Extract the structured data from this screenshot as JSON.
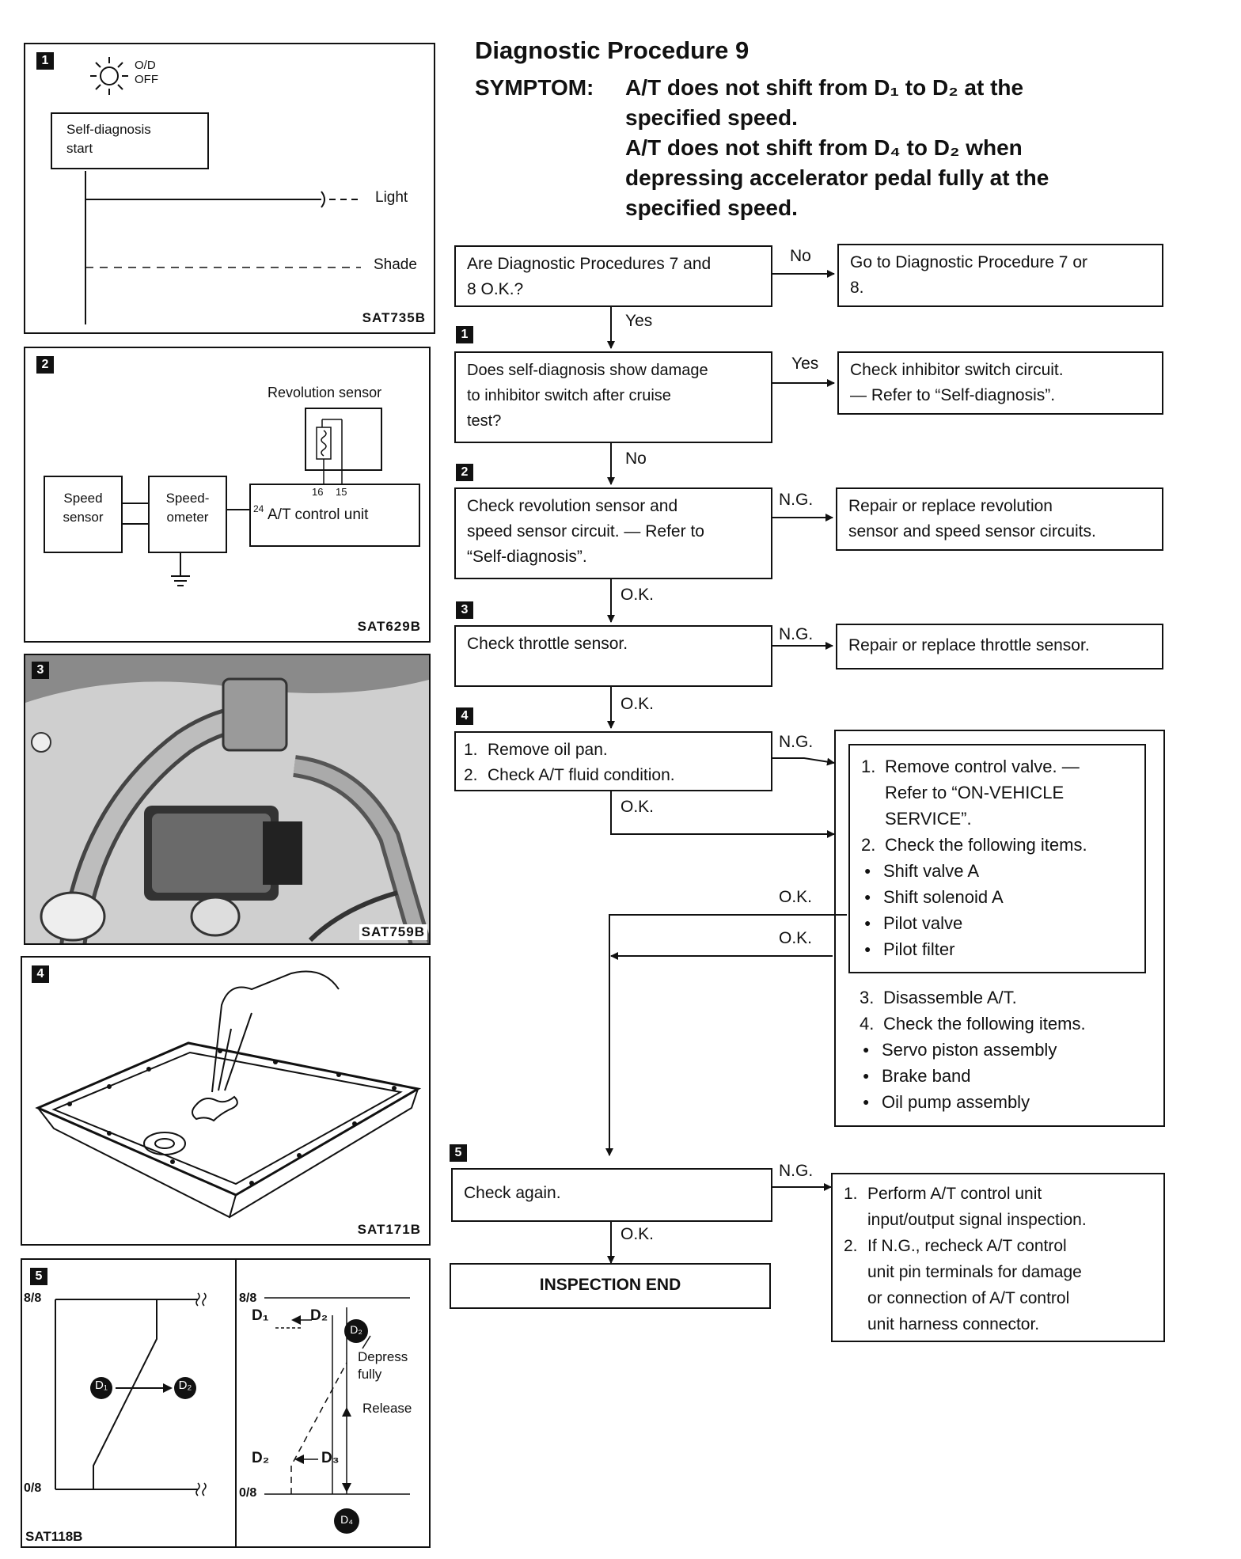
{
  "header": {
    "title": "Diagnostic Procedure 9",
    "symptom_label": "SYMPTOM:",
    "symptom_lines": [
      "A/T does not shift from D₁ to D₂ at the",
      "specified speed.",
      "A/T does not shift from D₄ to D₂ when",
      "depressing accelerator pedal fully at the",
      "specified speed."
    ]
  },
  "panels": {
    "p1": {
      "num": "1",
      "od_lines": [
        "O/D",
        "OFF"
      ],
      "start_lines": [
        "Self-diagnosis",
        "start"
      ],
      "light": "Light",
      "shade": "Shade",
      "code": "SAT735B"
    },
    "p2": {
      "num": "2",
      "rev_sensor": "Revolution sensor",
      "speed_sensor_lines": [
        "Speed",
        "sensor"
      ],
      "speedometer_lines": [
        "Speed-",
        "ometer"
      ],
      "pin24": "24",
      "control_unit": "A/T control unit",
      "pin16": "16",
      "pin15": "15",
      "code": "SAT629B"
    },
    "p3": {
      "num": "3",
      "code": "SAT759B"
    },
    "p4": {
      "num": "4",
      "code": "SAT171B"
    },
    "p5": {
      "num": "5",
      "y_top": "8/8",
      "y_bottom": "0/8",
      "d1": "D₁",
      "d2": "D₂",
      "code": "SAT118B",
      "r_top": "8/8",
      "r_bottom": "0/8",
      "r_d1": "D₁",
      "r_d2": "D₂",
      "r_d2b": "D₂",
      "r_d3": "D₃",
      "r_d4": "D₄",
      "depress_lines": [
        "Depress",
        "fully"
      ],
      "release": "Release"
    }
  },
  "flow": {
    "q1": {
      "lines": [
        "Are Diagnostic Procedures 7 and",
        "8 O.K.?"
      ]
    },
    "no1": "No",
    "goto": {
      "lines": [
        "Go to Diagnostic Procedure 7 or",
        "8."
      ]
    },
    "yes1": "Yes",
    "step1": {
      "num": "1",
      "lines": [
        "Does self-diagnosis show damage",
        "to inhibitor switch after cruise",
        "test?"
      ]
    },
    "yes2": "Yes",
    "check_inhibitor": {
      "lines": [
        "Check inhibitor switch circuit.",
        "— Refer to “Self-diagnosis”."
      ]
    },
    "no2": "No",
    "step2": {
      "num": "2",
      "lines": [
        "Check revolution sensor and",
        "speed sensor circuit. — Refer to",
        "“Self-diagnosis”."
      ]
    },
    "ng2": "N.G.",
    "repair2": {
      "lines": [
        "Repair or replace revolution",
        "sensor and speed sensor circuits."
      ]
    },
    "ok2": "O.K.",
    "step3": {
      "num": "3",
      "text": "Check throttle sensor."
    },
    "ng3": "N.G.",
    "repair3": {
      "text": "Repair or replace throttle sensor."
    },
    "ok3": "O.K.",
    "step4": {
      "num": "4",
      "items": [
        {
          "n": "1.",
          "t": "Remove oil pan."
        },
        {
          "n": "2.",
          "t": "Check A/T fluid condition."
        }
      ]
    },
    "ng4": "N.G.",
    "ok4": "O.K.",
    "cv_box": {
      "inner": [
        {
          "n": "1.",
          "lines": [
            "Remove control valve. —",
            "Refer to “ON-VEHICLE",
            "SERVICE”."
          ]
        },
        {
          "n": "2.",
          "lines": [
            "Check the following items."
          ]
        }
      ],
      "inner_bullets": [
        "Shift valve A",
        "Shift solenoid A",
        "Pilot valve",
        "Pilot filter"
      ],
      "outer": [
        {
          "n": "3.",
          "t": "Disassemble A/T."
        },
        {
          "n": "4.",
          "t": "Check the following items."
        }
      ],
      "outer_bullets": [
        "Servo piston assembly",
        "Brake band",
        "Oil pump assembly"
      ]
    },
    "ok_a": "O.K.",
    "ok_b": "O.K.",
    "step5": {
      "num": "5",
      "text": "Check again."
    },
    "ng5": "N.G.",
    "ok5": "O.K.",
    "end": {
      "text": "INSPECTION END"
    },
    "final": {
      "items": [
        {
          "n": "1.",
          "lines": [
            "Perform A/T control unit",
            "input/output signal inspection."
          ]
        },
        {
          "n": "2.",
          "lines": [
            "If N.G., recheck A/T control",
            "unit pin terminals for damage",
            "or connection of A/T control",
            "unit harness connector."
          ]
        }
      ]
    }
  }
}
